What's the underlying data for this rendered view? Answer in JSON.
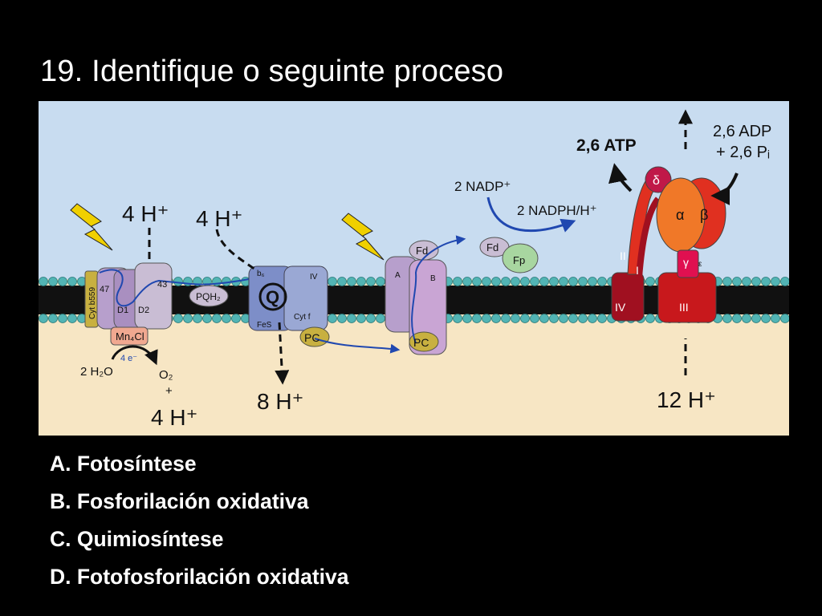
{
  "slide": {
    "title": "19. Identifique o seguinte proceso",
    "options": [
      "A. Fotosíntese",
      "B. Fosforilación oxidativa",
      "C. Quimiosíntese",
      "D. Fotofosforilación oxidativa"
    ]
  },
  "diagram": {
    "colors": {
      "stroma": "#c8dcf0",
      "lumen": "#f7e6c4",
      "lipid_heads": "#52b4b4",
      "membrane_core": "#111111",
      "ps_purple": "#b79fcc",
      "cytb6f": "#8f9fcf",
      "plastocyanin": "#c8b040",
      "fp": "#a8d6a0",
      "atp_synthase_red": "#e03020",
      "atp_synthase_dark": "#a01020",
      "atp_synthase_orange": "#f07828",
      "electron_path": "#2048b0",
      "lightning": "#f0d000"
    },
    "labels": {
      "protons_ps2": "4 H⁺",
      "protons_cyt_in": "4 H⁺",
      "protons_cyt_out": "8 H⁺",
      "protons_water": "4 H⁺",
      "protons_atp": "12 H⁺",
      "nadp": "2 NADP⁺",
      "nadph": "2 NADPH/H⁺",
      "atp": "2,6 ATP",
      "adp_line1": "2,6 ADP",
      "adp_line2": "+ 2,6 Pᵢ",
      "water": "2 H₂O",
      "oxygen": "O₂",
      "plus": "+",
      "electrons": "4 e⁻",
      "mn_cluster": "Mn₄Cl",
      "cyt_b559": "Cyt b559",
      "d1": "D1",
      "d2": "D2",
      "p47": "47",
      "p43": "43",
      "pqh2": "PQH₂",
      "q_cycle": "Q",
      "b6": "b₆",
      "iv": "IV",
      "cytf": "Cyt f",
      "fes": "FeS",
      "pc": "PC",
      "fd": "Fd",
      "fp": "Fp",
      "ps1_a": "A",
      "ps1_b": "B",
      "delta": "δ",
      "alpha": "α",
      "beta": "β",
      "gamma": "γ",
      "epsilon": "ε",
      "sub_ii": "II",
      "sub_i": "I",
      "sub_iv": "IV",
      "sub_iii": "III"
    }
  }
}
